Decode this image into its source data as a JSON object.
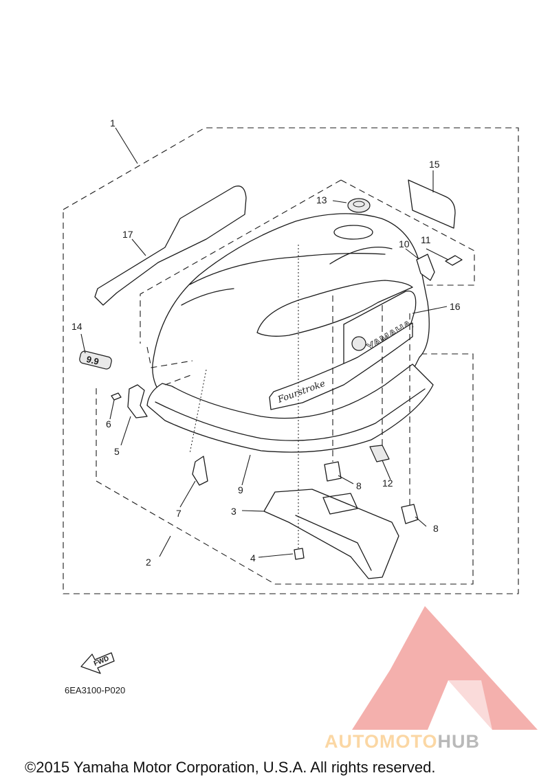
{
  "callouts": {
    "c1": "1",
    "c2": "2",
    "c3": "3",
    "c4": "4",
    "c5": "5",
    "c6": "6",
    "c7": "7",
    "c8a": "8",
    "c8b": "8",
    "c9": "9",
    "c10": "10",
    "c11": "11",
    "c12": "12",
    "c13": "13",
    "c14": "14",
    "c15": "15",
    "c16": "16",
    "c17": "17"
  },
  "decals": {
    "brand": "YAMAHA",
    "script": "Fourstroke",
    "badge": "9.9"
  },
  "fwd_label": "FWD",
  "diagram_code": "6EA3100-P020",
  "copyright": "©2015 Yamaha Motor Corporation, U.S.A. All rights reserved.",
  "watermark": {
    "part1": "AUTOMOTO",
    "part2": "HUB",
    "color_light": "#fbd7a4",
    "color_dark": "#b9b9b9",
    "logo_color": "#f3a7a4"
  }
}
